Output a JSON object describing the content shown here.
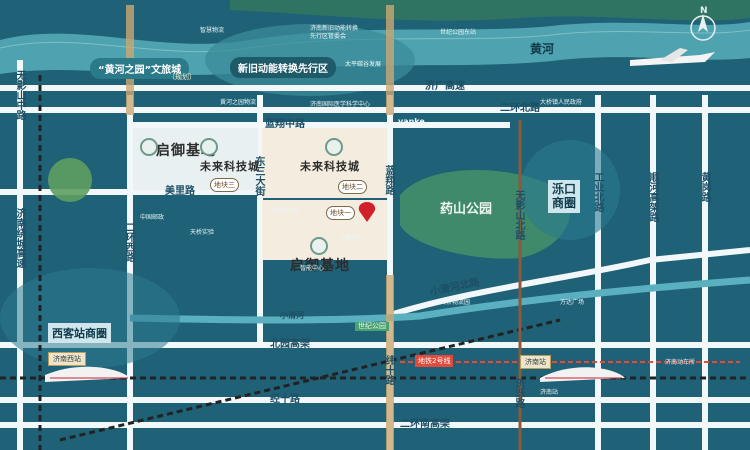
{
  "map": {
    "river_label": "黄河",
    "cultural_zone": "“黄河之园”文旅城",
    "cultural_zone_note": "（规划）",
    "new_zone_banner": "新旧动能转换先行区",
    "compass_letter": "N",
    "park_label": "药山公园",
    "business_circle_east": "泺口商圈",
    "business_circle_west": "西客站商圈",
    "lake_park": "世纪公园",
    "metro_tag": "地铁2号线",
    "site_markers": [
      "地块三",
      "地块二",
      "地块一"
    ],
    "project_name": "启御基地",
    "tech_city_name": "未来科技城",
    "roads": {
      "jiyu_expressway": "济广高速",
      "erhuan_bei": "二环北路",
      "lanxiang_north": "蓝翔中路",
      "lanxiang_road": "蓝翔路",
      "dongsanjie": "东三大街",
      "meili_road": "美里路",
      "erhuan_west": "二环西路",
      "jinan_ring": "济南绕城高速",
      "xiaoqinghe_north": "小清河北路",
      "xiaoqing_river": "小清河",
      "beiyuan": "北园高架",
      "jiwei": "纬十路",
      "jingshi": "经十路",
      "erhuan_nan": "二环南高架",
      "wuying_north": "无影山北路",
      "wuying_middle": "无影山中路",
      "jiluo_road": "济泺路",
      "shunhua": "顺河高架路",
      "gongye_bei": "工业北路",
      "huangang": "黄岗路"
    },
    "stations": {
      "west": "济南西站",
      "main": "济南站"
    },
    "vanke": "vanke",
    "poi": [
      "智慧物流",
      "济南新旧动能转换",
      "先行区管委会",
      "世纪公园东站",
      "黄河之园物流",
      "济南国际医学科学中心",
      "太平碳谷发展",
      "大桥镇人民政府",
      "天桥区政府",
      "中国邮政",
      "天桥实验",
      "济南动车所",
      "齐鲁银行",
      "智能中心",
      "天桥物流园",
      "万达广场",
      "济南站"
    ]
  }
}
